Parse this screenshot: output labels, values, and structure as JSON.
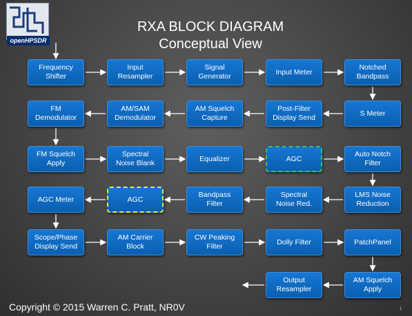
{
  "title": "RXA BLOCK DIAGRAM",
  "subtitle": "Conceptual View",
  "logo_text": "openHPSDR",
  "copyright": "Copyright © 2015 Warren C. Pratt, NR0V",
  "slide_number": "1",
  "colors": {
    "block": "#0a68c4",
    "arrow": "#ffffff",
    "agc_border_1": "#3fbf5a",
    "agc_border_2": "#e8e84a"
  },
  "blocks": [
    {
      "id": "frequency-shifter",
      "label": "Frequency\nShifter"
    },
    {
      "id": "input-resampler",
      "label": "Input\nResampler"
    },
    {
      "id": "signal-generator",
      "label": "Signal\nGenerator"
    },
    {
      "id": "input-meter",
      "label": "Input Meter"
    },
    {
      "id": "notched-bandpass",
      "label": "Notched\nBandpass"
    },
    {
      "id": "s-meter",
      "label": "S Meter"
    },
    {
      "id": "post-filter-display-send",
      "label": "Post-Filter\nDisplay Send"
    },
    {
      "id": "am-squelch-capture",
      "label": "AM Squelch\nCapture"
    },
    {
      "id": "am-sam-demodulator",
      "label": "AM/SAM\nDemodulator"
    },
    {
      "id": "fm-demodulator",
      "label": "FM\nDemodulator"
    },
    {
      "id": "fm-squelch-apply",
      "label": "FM Squelch\nApply"
    },
    {
      "id": "spectral-noise-blank",
      "label": "Spectral\nNoise Blank"
    },
    {
      "id": "equalizer",
      "label": "Equalizer"
    },
    {
      "id": "agc-1",
      "label": "AGC"
    },
    {
      "id": "auto-notch-filter",
      "label": "Auto Notch\nFilter"
    },
    {
      "id": "lms-noise-reduction",
      "label": "LMS Noise\nReduction"
    },
    {
      "id": "spectral-noise-red",
      "label": "Spectral\nNoise Red."
    },
    {
      "id": "bandpass-filter",
      "label": "Bandpass\nFilter"
    },
    {
      "id": "agc-2",
      "label": "AGC"
    },
    {
      "id": "agc-meter",
      "label": "AGC Meter"
    },
    {
      "id": "scope-phase-display-send",
      "label": "Scope/Phase\nDisplay Send"
    },
    {
      "id": "am-carrier-block",
      "label": "AM Carrier\nBlock"
    },
    {
      "id": "cw-peaking-filter",
      "label": "CW Peaking\nFilter"
    },
    {
      "id": "dolly-filter",
      "label": "Dolly Filter"
    },
    {
      "id": "patchpanel",
      "label": "PatchPanel"
    },
    {
      "id": "am-squelch-apply",
      "label": "AM Squelch\nApply"
    },
    {
      "id": "output-resampler",
      "label": "Output\nResampler"
    }
  ]
}
